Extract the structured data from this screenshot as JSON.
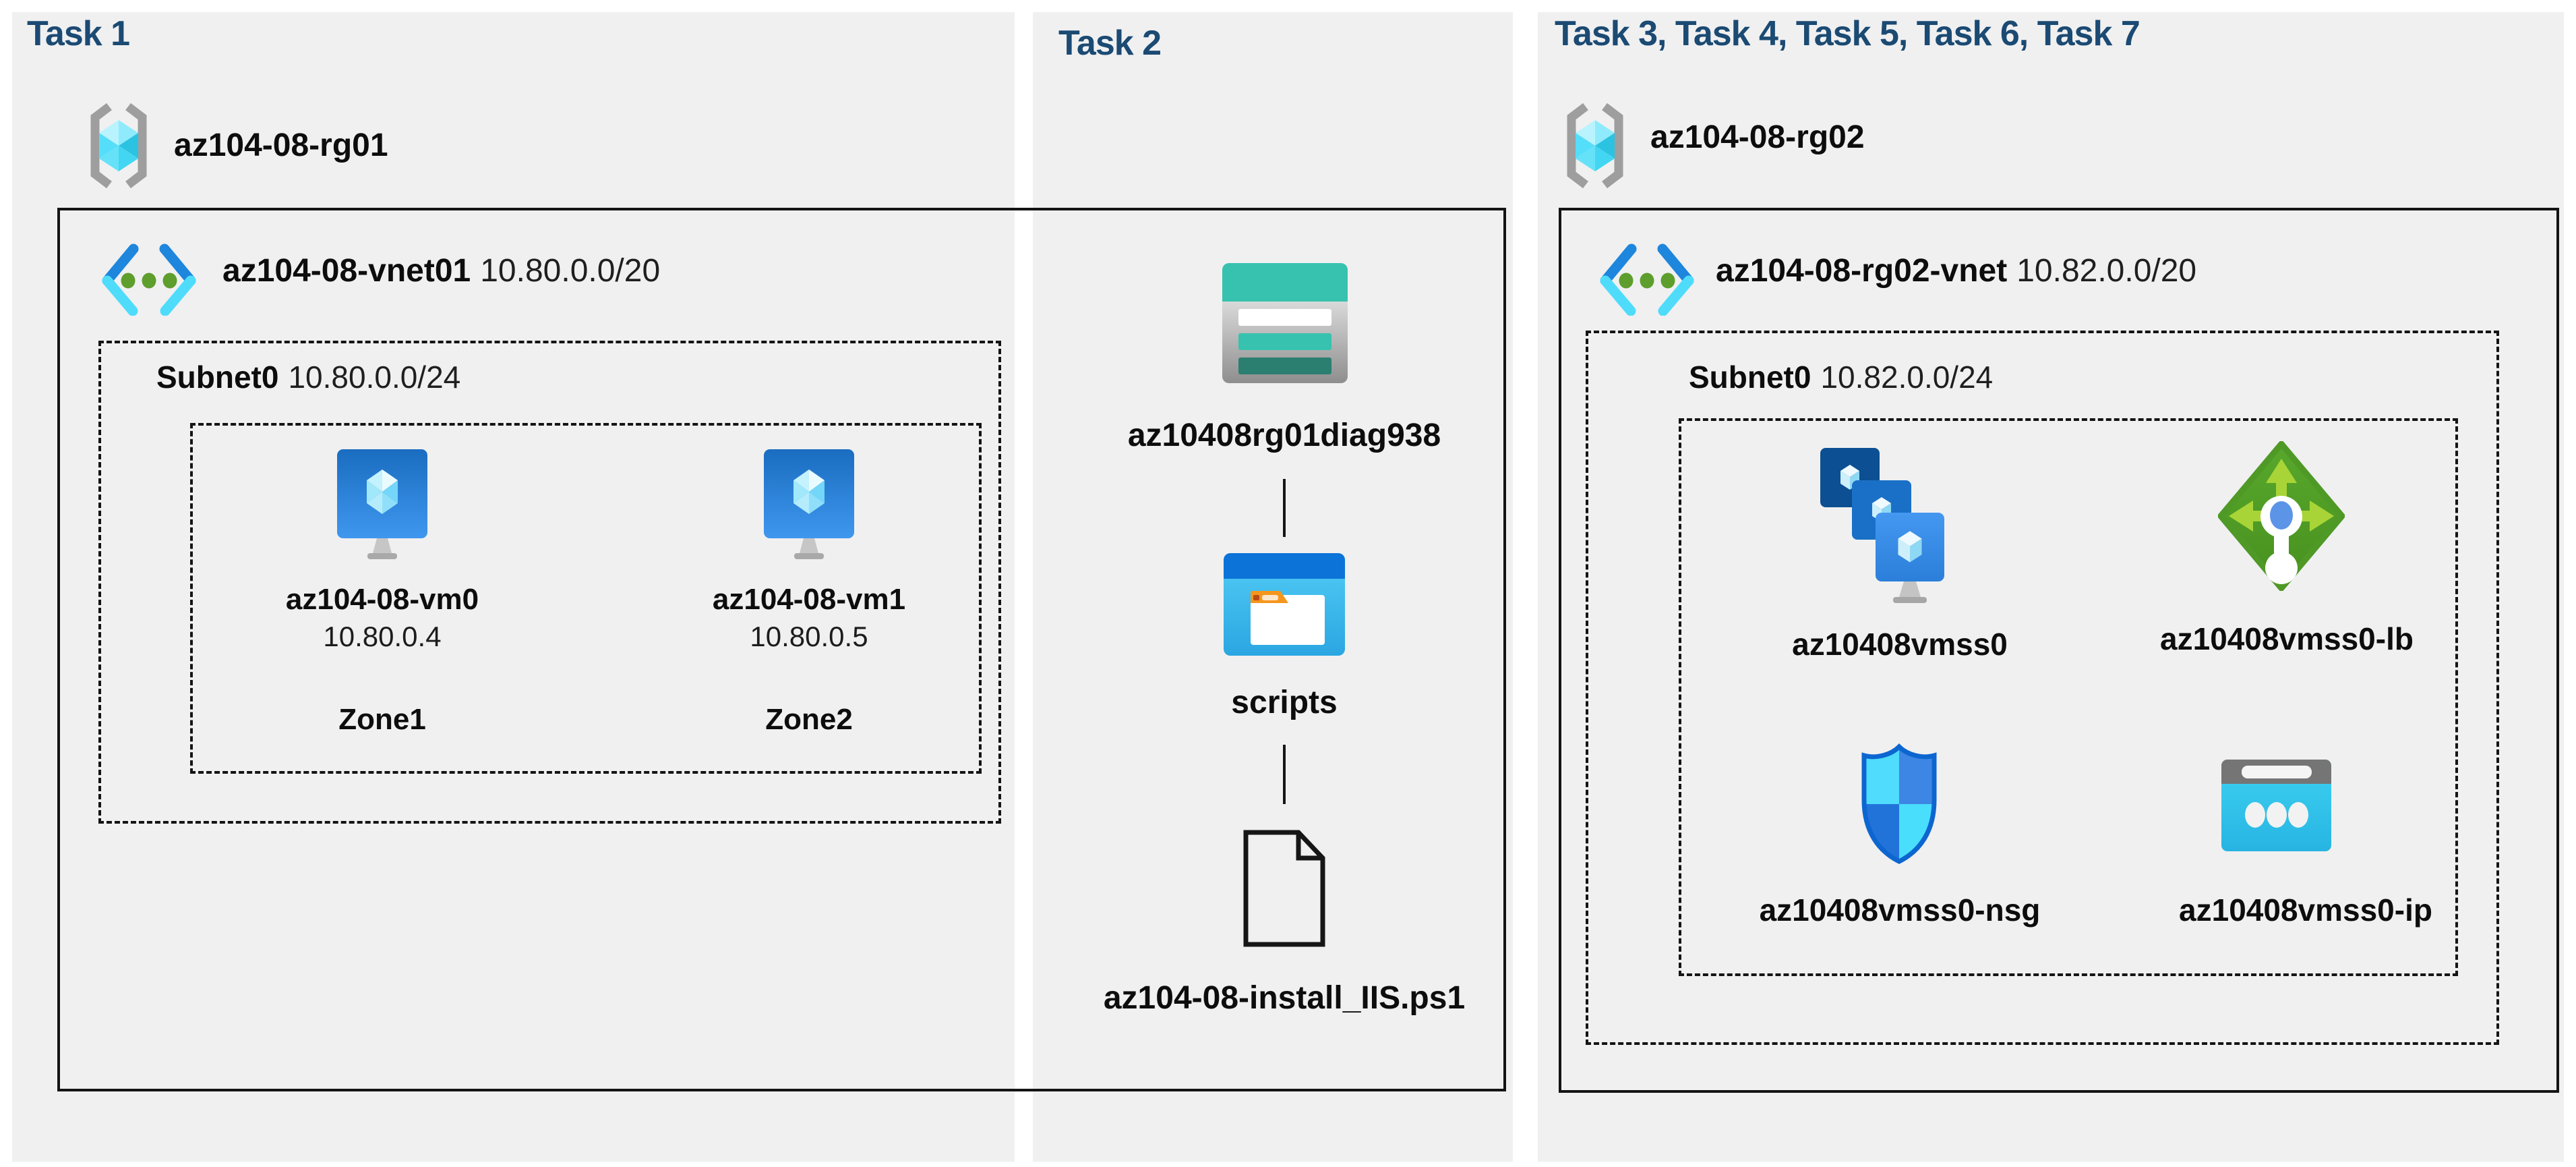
{
  "colors": {
    "header_blue": "#1b4a73",
    "panel_gray": "#f0f0f1",
    "vnet_chevron_blue": "#1e86dc",
    "vnet_chevron_cyan": "#4fdcfb",
    "vnet_dot_green": "#5d9e2c",
    "storage_teal": "#37c2af",
    "storage_teal_dark": "#2a7f70",
    "container_blue": "#0c73d8",
    "lb_green": "#55a02a",
    "lb_arrow_green": "#a8d437",
    "nsg_outline_blue": "#0d66d0",
    "ip_cyan": "#35cdf2"
  },
  "task1": {
    "title": "Task 1",
    "resource_group": "az104-08-rg01",
    "vnet_name": "az104-08-vnet01",
    "vnet_cidr": "10.80.0.0/20",
    "subnet_name": "Subnet0",
    "subnet_cidr": "10.80.0.0/24",
    "vms": [
      {
        "name": "az104-08-vm0",
        "ip": "10.80.0.4",
        "zone": "Zone1"
      },
      {
        "name": "az104-08-vm1",
        "ip": "10.80.0.5",
        "zone": "Zone2"
      }
    ]
  },
  "task2": {
    "title": "Task 2",
    "storage_account": "az10408rg01diag938",
    "container": "scripts",
    "script_file": "az104-08-install_IIS.ps1"
  },
  "task3": {
    "title": "Task 3, Task 4, Task 5, Task 6, Task 7",
    "resource_group": "az104-08-rg02",
    "vnet_name": "az104-08-rg02-vnet",
    "vnet_cidr": "10.82.0.0/20",
    "subnet_name": "Subnet0",
    "subnet_cidr": "10.82.0.0/24",
    "vmss": "az10408vmss0",
    "load_balancer": "az10408vmss0-lb",
    "nsg": "az10408vmss0-nsg",
    "public_ip": "az10408vmss0-ip"
  }
}
